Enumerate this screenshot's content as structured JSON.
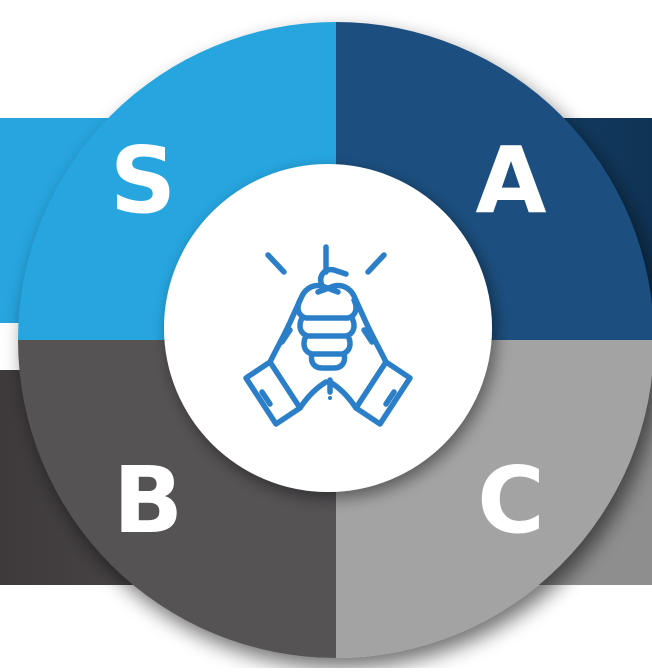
{
  "diagram": {
    "quadrants": [
      {
        "id": "s",
        "letter": "S",
        "color": "#27a5df"
      },
      {
        "id": "a",
        "letter": "A",
        "color": "#1a507f"
      },
      {
        "id": "b",
        "letter": "B",
        "color": "#565354"
      },
      {
        "id": "c",
        "letter": "C",
        "color": "#a3a3a3"
      }
    ],
    "band_colors": {
      "top_left": "#27a5df",
      "top_right": "#163f63",
      "bottom_left": "#4b4748",
      "bottom_right": "#8e8e8e"
    },
    "center": {
      "background": "#ffffff",
      "icon": "handshake-icon",
      "icon_color": "#2a7fc8"
    }
  }
}
